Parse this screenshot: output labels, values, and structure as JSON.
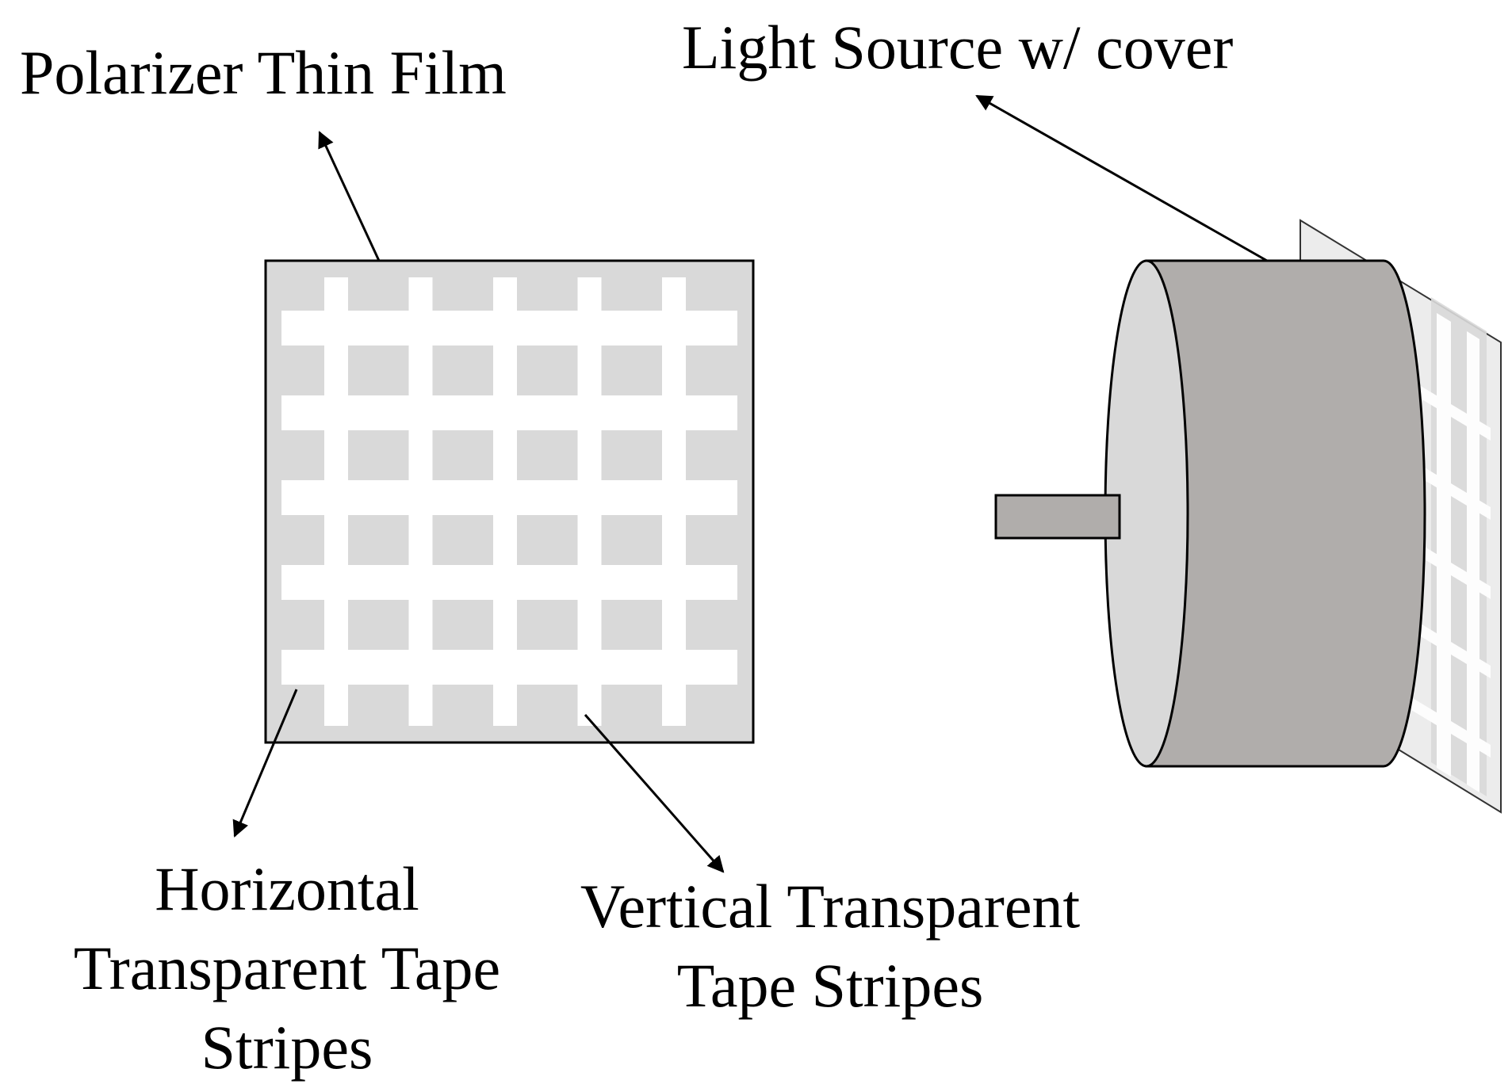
{
  "labels": {
    "polarizer_film": "Polarizer Thin Film",
    "light_source": "Light Source w/ cover",
    "horizontal_stripes": [
      "Horizontal",
      "Transparent Tape",
      "Stripes"
    ],
    "vertical_stripes": [
      "Vertical Transparent",
      "Tape Stripes"
    ]
  },
  "colors": {
    "film_fill": "#d9d9d9",
    "tape_stripe": "#ffffff",
    "cylinder_body": "#b0adab",
    "cylinder_face": "#d9d9d9",
    "rear_film": "#ececec",
    "rear_film_pattern": "#d9d9d9",
    "outline": "#000000"
  },
  "film_grid": {
    "vertical_stripe_count": 5,
    "horizontal_stripe_count": 5
  }
}
